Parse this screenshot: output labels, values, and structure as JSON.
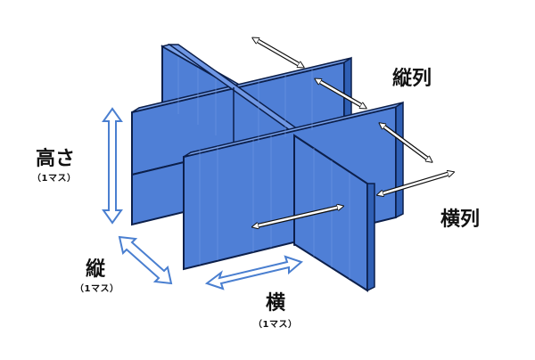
{
  "labels": {
    "height": "高さ",
    "height_unit": "（1マス）",
    "depth": "縦",
    "depth_unit": "（1マス）",
    "width": "横",
    "width_unit": "（1マス）",
    "vertical_rows": "縦列",
    "horizontal_rows": "横列"
  },
  "colors": {
    "panel_fill": "#4f7fd6",
    "panel_light": "#5f8fe0",
    "panel_stroke": "#0c1f4a",
    "arrow_blue": "#4a7fd0",
    "arrow_white_outline": "#111111",
    "text": "#111111"
  }
}
